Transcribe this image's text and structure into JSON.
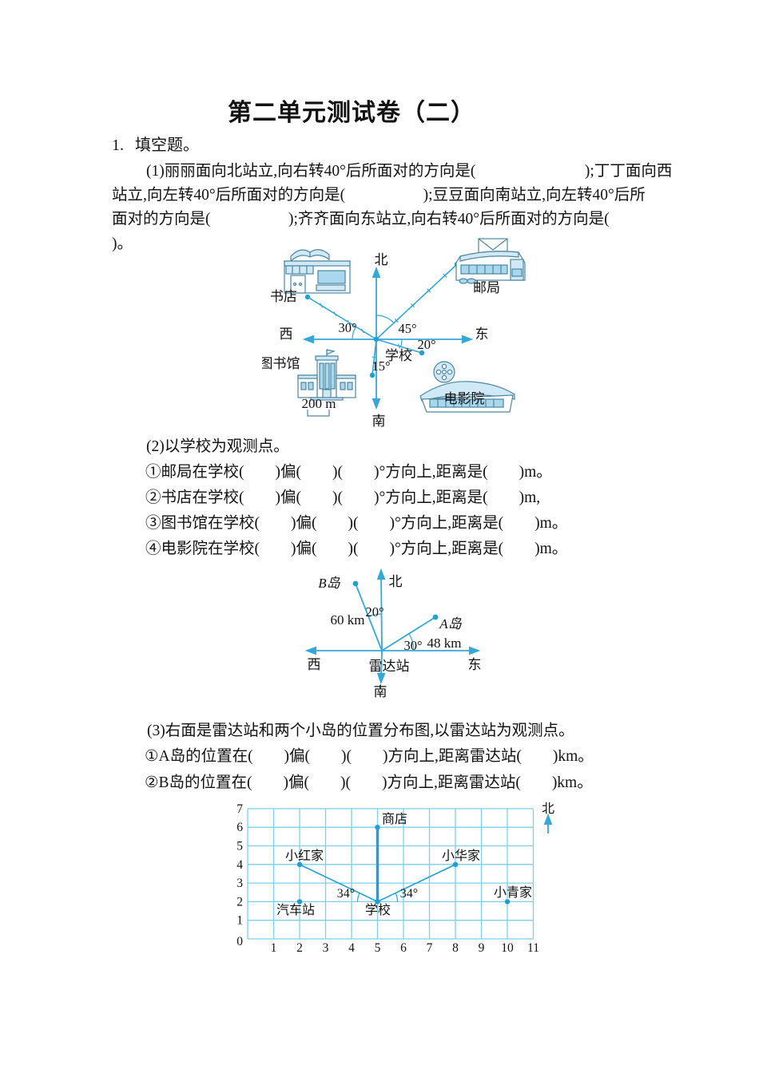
{
  "page": {
    "title": "第二单元测试卷（二）"
  },
  "q1": {
    "num": "1.",
    "heading": "填空题。",
    "p1_lines": [
      "(1)丽丽面向北站立,向右转40°后所面对的方向是(　　　　　　　);丁丁面向西",
      "站立,向左转40°后所面对的方向是(　　　　　);豆豆面向南站立,向左转40°后所",
      "面对的方向是(　　　　　);齐齐面向东站立,向右转40°后所面对的方向是(",
      ")。"
    ],
    "p2_intro": "(2)以学校为观测点。",
    "p2_items": [
      "①邮局在学校(　　)偏(　　)(　　)°方向上,距离是(　　)m。",
      "②书店在学校(　　)偏(　　)(　　)°方向上,距离是(　　)m,",
      "③图书馆在学校(　　)偏(　　)(　　)°方向上,距离是(　　)m。",
      "④电影院在学校(　　)偏(　　)(　　)°方向上,距离是(　　)m。"
    ],
    "p3_intro": "(3)右面是雷达站和两个小岛的位置分布图,以雷达站为观测点。",
    "p3_items": [
      "①A岛的位置在(　　)偏(　　)(　　)方向上,距离雷达站(　　)km。",
      "②B岛的位置在(　　)偏(　　)(　　)方向上,距离雷达站(　　)km。"
    ]
  },
  "map1": {
    "north": "北",
    "south": "南",
    "west": "西",
    "east": "东",
    "center": "学校",
    "bookstore": "书店",
    "post_office": "邮局",
    "library": "图书馆",
    "cinema": "电影院",
    "angle_bookstore": "30°",
    "angle_post_office": "45°",
    "angle_cinema": "20°",
    "angle_library": "15°",
    "scale": "200 m"
  },
  "map2": {
    "north": "北",
    "south": "南",
    "west": "西",
    "east": "东",
    "center": "雷达站",
    "island_a": "A岛",
    "island_b": "B岛",
    "angle_a": "30°",
    "angle_b": "20°",
    "dist_a": "48 km",
    "dist_b": "60 km"
  },
  "grid": {
    "north": "北",
    "x_labels": [
      "1",
      "2",
      "3",
      "4",
      "5",
      "6",
      "7",
      "8",
      "9",
      "10",
      "11"
    ],
    "y_labels": [
      "0",
      "1",
      "2",
      "3",
      "4",
      "5",
      "6",
      "7"
    ],
    "angle_left": "34°",
    "angle_right": "34°",
    "shop": "商店",
    "xiaohong": "小红家",
    "xiaohua": "小华家",
    "bus": "汽车站",
    "school": "学校",
    "xiaoqing": "小青家",
    "points": {
      "shop": [
        5,
        6
      ],
      "xiaohong": [
        2,
        4
      ],
      "xiaohua": [
        8,
        4
      ],
      "bus": [
        2,
        2
      ],
      "school": [
        5,
        2
      ],
      "xiaoqing": [
        10,
        2
      ]
    }
  },
  "colors": {
    "line": "#35a7d8",
    "grid": "#7ecfe8",
    "dark": "#1f9fd4"
  }
}
